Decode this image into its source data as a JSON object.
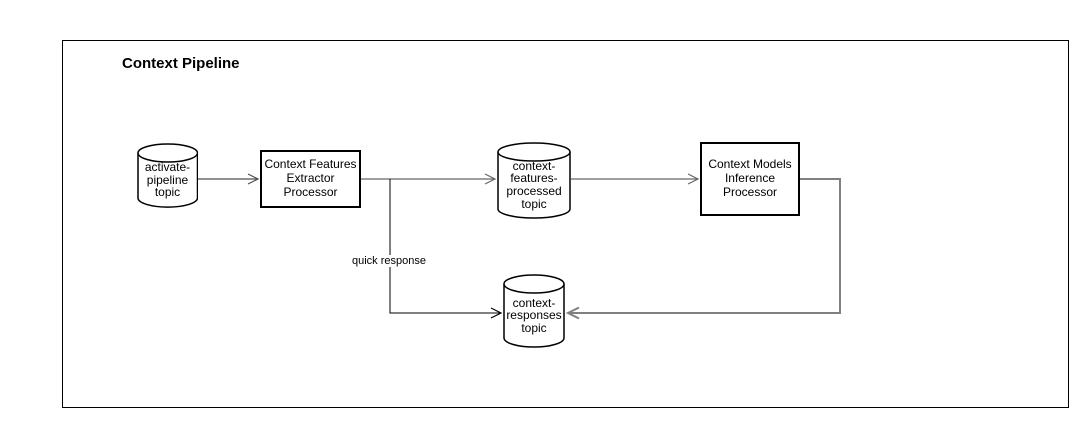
{
  "title": "Context Pipeline",
  "diagram": {
    "nodes": [
      {
        "id": "activate-pipeline-topic",
        "shape": "cylinder",
        "label": "activate-\npipeline\ntopic"
      },
      {
        "id": "context-features-extractor-processor",
        "shape": "rectangle",
        "label": "Context Features\nExtractor\nProcessor"
      },
      {
        "id": "context-features-processed-topic",
        "shape": "cylinder",
        "label": "context-\nfeatures-\nprocessed\ntopic"
      },
      {
        "id": "context-models-inference-processor",
        "shape": "rectangle",
        "label": "Context Models\nInference\nProcessor"
      },
      {
        "id": "context-responses-topic",
        "shape": "cylinder",
        "label": "context-\nresponses\ntopic"
      }
    ],
    "edges": [
      {
        "from": "activate-pipeline-topic",
        "to": "context-features-extractor-processor",
        "label": ""
      },
      {
        "from": "context-features-extractor-processor",
        "to": "context-features-processed-topic",
        "label": ""
      },
      {
        "from": "context-features-processed-topic",
        "to": "context-models-inference-processor",
        "label": ""
      },
      {
        "from": "context-features-extractor-processor",
        "to": "context-responses-topic",
        "label": "quick response"
      },
      {
        "from": "context-models-inference-processor",
        "to": "context-responses-topic",
        "label": ""
      }
    ],
    "colors": {
      "background": "#ffffff",
      "shape_border": "#000000",
      "shape_fill": "#ffffff",
      "edge_dark": "#4d4d4d",
      "edge_default": "#666666",
      "edge_light": "#808080",
      "edge_quick_response": "#000000"
    }
  }
}
